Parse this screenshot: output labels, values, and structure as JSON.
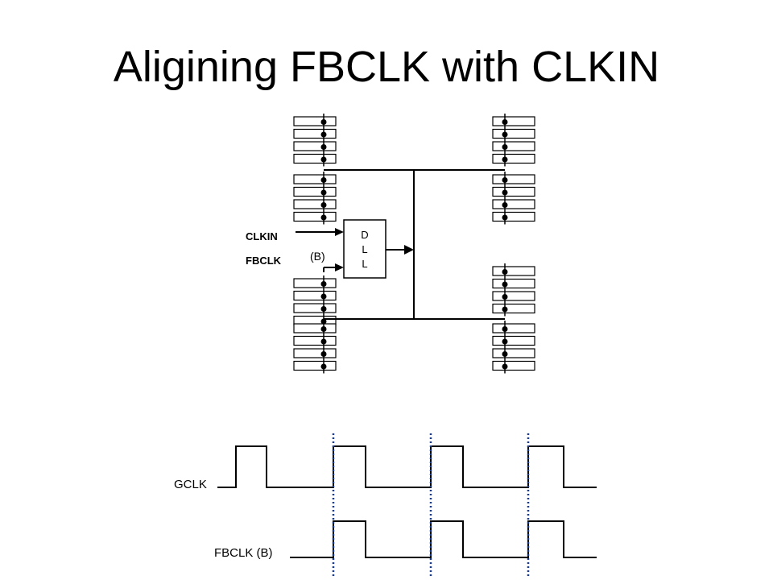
{
  "title": "Aligining FBCLK with CLKIN",
  "labels": {
    "clkin": "CLKIN",
    "fbclk": "FBCLK",
    "b_marker": "(B)",
    "dll_letters": [
      "D",
      "L",
      "L"
    ]
  },
  "waveforms": {
    "gclk_label": "GCLK",
    "fbclk_b_label": "FBCLK (B)"
  },
  "colors": {
    "line": "#000000",
    "alignment_mark": "#1a3a8a"
  }
}
